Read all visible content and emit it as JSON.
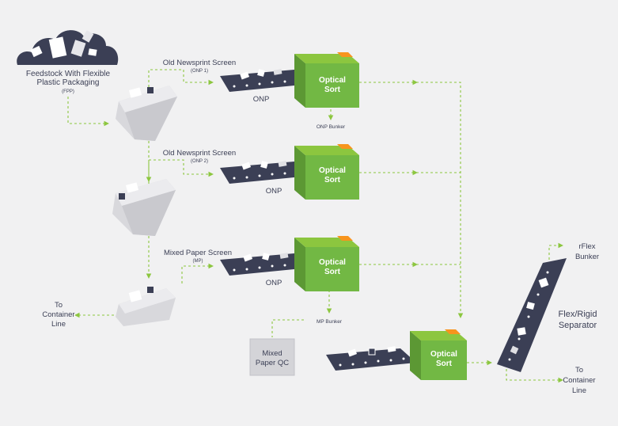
{
  "feedstock": {
    "line1": "Feedstock With Flexible",
    "line2": "Plastic Packaging",
    "line3": "(FPP)"
  },
  "screens": [
    {
      "name": "Old Newsprint Screen",
      "code": "(ONP 1)",
      "conveyor_label": "ONP",
      "sort_label_1": "Optical",
      "sort_label_2": "Sort"
    },
    {
      "name": "Old Newsprint Screen",
      "code": "(ONP 2)",
      "conveyor_label": "ONP",
      "sort_label_1": "Optical",
      "sort_label_2": "Sort"
    },
    {
      "name": "Mixed Paper Screen",
      "code": "(MP)",
      "conveyor_label": "ONP",
      "sort_label_1": "Optical",
      "sort_label_2": "Sort"
    }
  ],
  "onp_bunker": "ONP Bunker",
  "mp_bunker": "MP Bunker",
  "to_container_left": {
    "line1": "To",
    "line2": "Container",
    "line3": "Line"
  },
  "mixed_paper_qc": {
    "line1": "Mixed",
    "line2": "Paper QC"
  },
  "bottom_sort": {
    "line1": "Optical",
    "line2": "Sort"
  },
  "separator": {
    "line1": "Flex/Rigid",
    "line2": "Separator"
  },
  "rflex_bunker": {
    "line1": "rFlex",
    "line2": "Bunker"
  },
  "to_container_right": {
    "line1": "To",
    "line2": "Container",
    "line3": "Line"
  },
  "colors": {
    "background": "#f1f1f2",
    "green": "#72b844",
    "green_light": "#8cc63f",
    "green_dark": "#5c9834",
    "orange": "#f7941d",
    "belt": "#3b3f55",
    "text": "#3b3f55",
    "machine": "#d8d8dc"
  }
}
